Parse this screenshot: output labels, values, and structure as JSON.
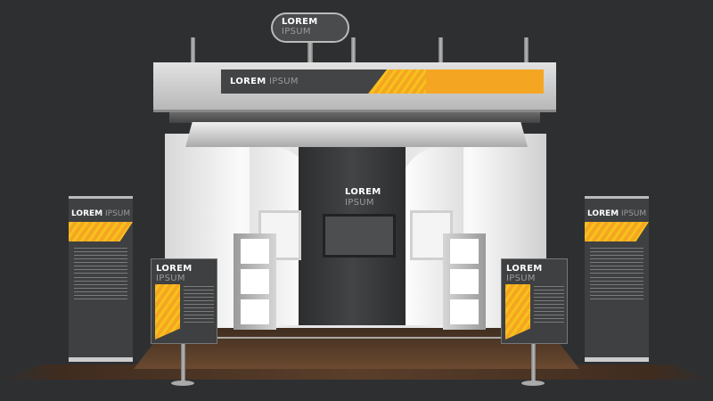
{
  "top_sign": {
    "line1": "LOREM",
    "line2": "IPSUM"
  },
  "header_banner": {
    "word1": "LOREM",
    "word2": "IPSUM"
  },
  "back_wall": {
    "line1": "LOREM",
    "line2": "IPSUM"
  },
  "left_rollup": {
    "word1": "LOREM",
    "word2": "IPSUM"
  },
  "right_rollup": {
    "word1": "LOREM",
    "word2": "IPSUM"
  },
  "left_sign": {
    "line1": "LOREM",
    "line2": "IPSUM"
  },
  "right_sign": {
    "line1": "LOREM",
    "line2": "IPSUM"
  },
  "colors": {
    "background": "#2e2f31",
    "accent_orange": "#f4a623",
    "accent_yellow": "#f7c21b",
    "panel_dark": "#404143",
    "floor": "#4a3322"
  }
}
